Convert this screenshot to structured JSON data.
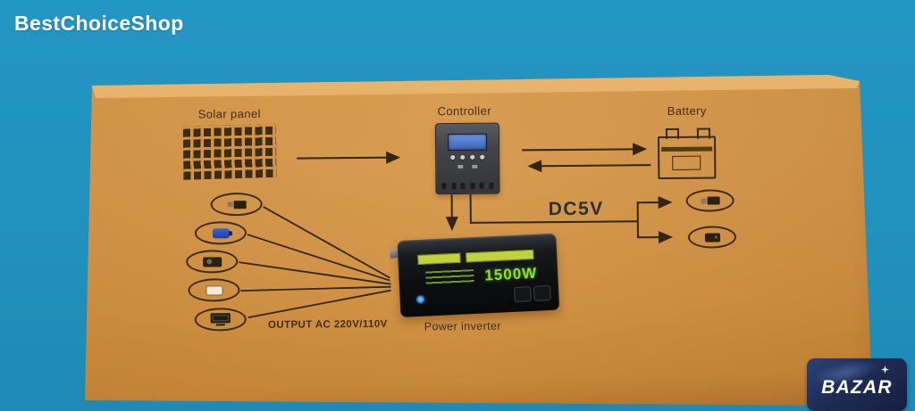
{
  "watermark": "BestChoiceShop",
  "box": {
    "diagram": {
      "solar_panel_label": "Solar panel",
      "controller_label": "Controller",
      "battery_label": "Battery",
      "dc_voltage_label": "DC5V",
      "output_label": "OUTPUT AC 220V/110V",
      "inverter_label": "Power inverter",
      "inverter_power": "1500W",
      "left_device_icons": [
        "usb-flash-drive",
        "blue-power-adapter",
        "camera",
        "white-appliance",
        "tv-monitor"
      ],
      "right_device_icons": [
        "usb-flash-drive",
        "mobile-phone"
      ]
    }
  },
  "badge": {
    "brand": "BAZAR"
  },
  "colors": {
    "background_teal": "#2191bd",
    "carton_orange": "#d09245",
    "print_ink": "#3a2b15",
    "badge_navy": "#1e2c55",
    "inverter_power_green": "#8fe031"
  }
}
